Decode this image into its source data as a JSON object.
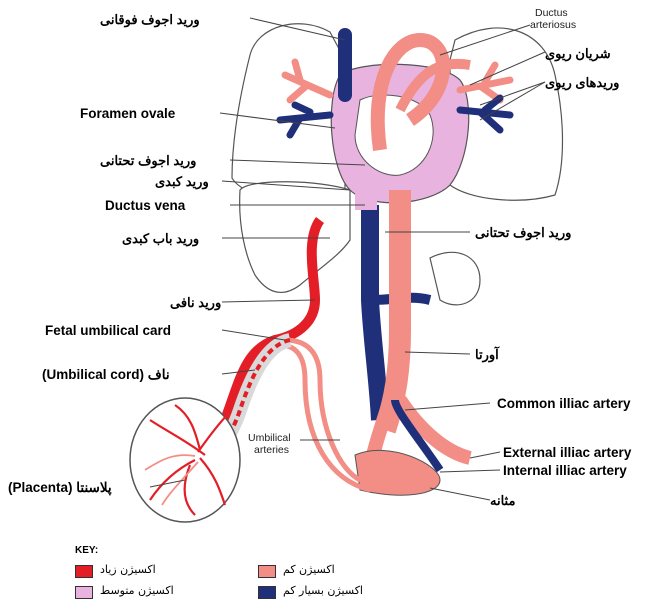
{
  "labels": {
    "svc_fa": "ورید اجوف فوقانی",
    "ductus_arteriosus_1": "Ductus",
    "ductus_arteriosus_2": "arteriosus",
    "pulm_artery_fa": "شریان ریوی",
    "pulm_veins_fa": "وریدهای ریوی",
    "foramen_ovale": "Foramen ovale",
    "ivc_fa_left": "ورید اجوف تحتانی",
    "hepatic_vein_fa": "ورید کبدی",
    "ductus_vena": "Ductus vena",
    "portal_vein_fa": "ورید باب کبدی",
    "ivc_fa_right": "ورید اجوف تحتانی",
    "umbilical_vein_fa": "ورید نافی",
    "fetal_umbilical_card": "Fetal umbilical card",
    "umbilical_cord": "(Umbilical cord) ناف",
    "aorta_fa": "آورتا",
    "common_iliac": "Common illiac artery",
    "umbilical_arteries_1": "Umbilical",
    "umbilical_arteries_2": "arteries",
    "external_iliac": "External illiac artery",
    "internal_iliac": "Internal illiac artery",
    "placenta": "(Placenta) پلاسنتا",
    "bladder_fa": "مثانه"
  },
  "key": {
    "title": "KEY:",
    "items": [
      {
        "label": "اکسیژن زیاد",
        "color": "#e41e26"
      },
      {
        "label": "اکسیژن کم",
        "color": "#f28e86"
      },
      {
        "label": "اکسیژن متوسط",
        "color": "#e9b3df"
      },
      {
        "label": "اکسیژن بسیار کم",
        "color": "#1f2f7a"
      }
    ]
  },
  "colors": {
    "high_oxygen": "#e41e26",
    "low_oxygen": "#f28e86",
    "medium_oxygen": "#e9b3df",
    "very_low_oxygen": "#1f2f7a"
  }
}
